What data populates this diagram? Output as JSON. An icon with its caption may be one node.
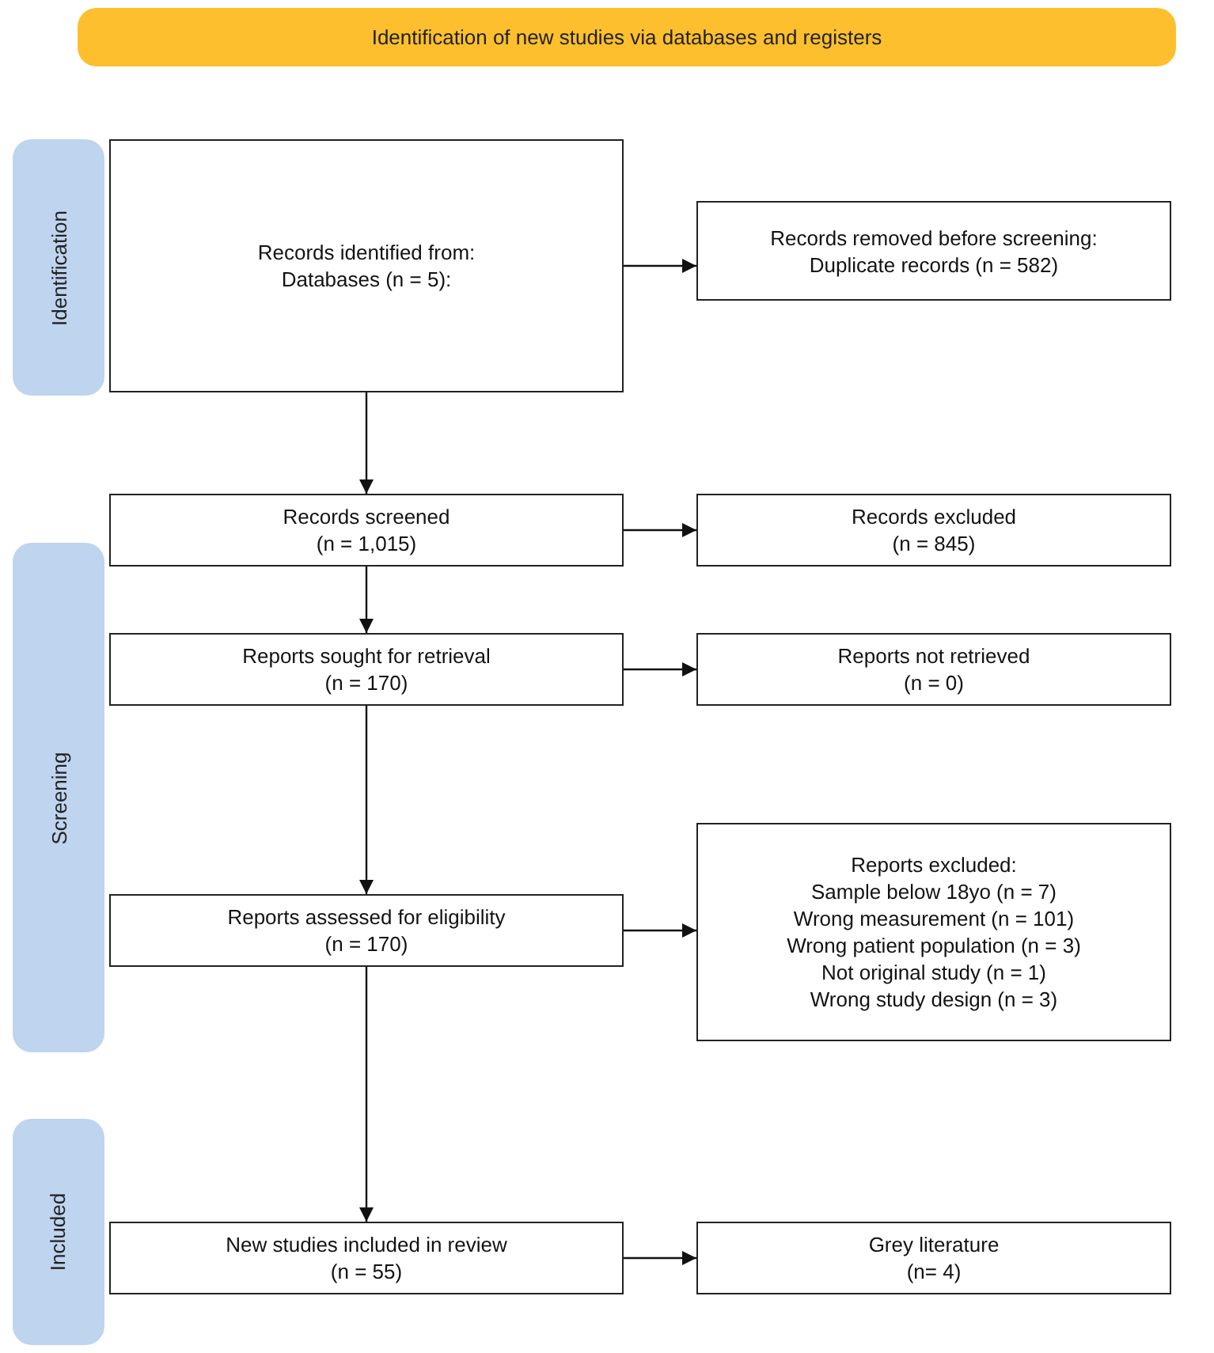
{
  "diagram": {
    "nodes": [
      {
        "text": [
          "Identification of new studies via databases and registers"
        ]
      },
      {
        "text": [
          "Identification"
        ]
      },
      {
        "text": [
          "Screening"
        ]
      },
      {
        "text": [
          "Included"
        ]
      },
      {
        "text": [
          "Records identified from:",
          "Databases (n = 5):"
        ]
      },
      {
        "text": [
          "Records removed before screening:",
          "Duplicate records (n = 582)"
        ]
      },
      {
        "text": [
          "Records screened",
          "(n = 1,015)"
        ]
      },
      {
        "text": [
          "Records excluded",
          "(n = 845)"
        ]
      },
      {
        "text": [
          "Reports sought for retrieval",
          "(n = 170)"
        ]
      },
      {
        "text": [
          "Reports not retrieved",
          "(n = 0)"
        ]
      },
      {
        "text": [
          "Reports assessed for eligibility",
          "(n = 170)"
        ]
      },
      {
        "text": [
          "Reports excluded:",
          "Sample below 18yo (n = 7)",
          "Wrong measurement (n = 101)",
          "Wrong patient population (n = 3)",
          "Not original study (n = 1)",
          "Wrong study design (n = 3)"
        ]
      },
      {
        "text": [
          "New studies included in review",
          "(n = 55)"
        ]
      },
      {
        "text": [
          "Grey literature",
          "(n= 4)"
        ]
      }
    ],
    "edges": [
      {
        "from": 4,
        "to": 5,
        "arrow": "to"
      },
      {
        "from": 4,
        "to": 6,
        "arrow": "to"
      },
      {
        "from": 6,
        "to": 7,
        "arrow": "to"
      },
      {
        "from": 6,
        "to": 8,
        "arrow": "to"
      },
      {
        "from": 8,
        "to": 9,
        "arrow": "to"
      },
      {
        "from": 8,
        "to": 10,
        "arrow": "to"
      },
      {
        "from": 10,
        "to": 11,
        "arrow": "to"
      },
      {
        "from": 10,
        "to": 12,
        "arrow": "to"
      },
      {
        "from": 12,
        "to": 13,
        "arrow": "to"
      }
    ]
  }
}
